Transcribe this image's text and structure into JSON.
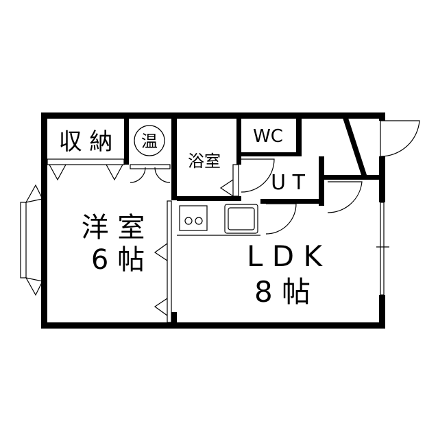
{
  "rooms": {
    "storage": "収 納",
    "water_heater": "温",
    "bathroom": "浴室",
    "wc": "WC",
    "ut": "U T",
    "western_room": "洋 室",
    "western_room_size": "6 帖",
    "ldk": "L D K",
    "ldk_size": "8 帖"
  }
}
